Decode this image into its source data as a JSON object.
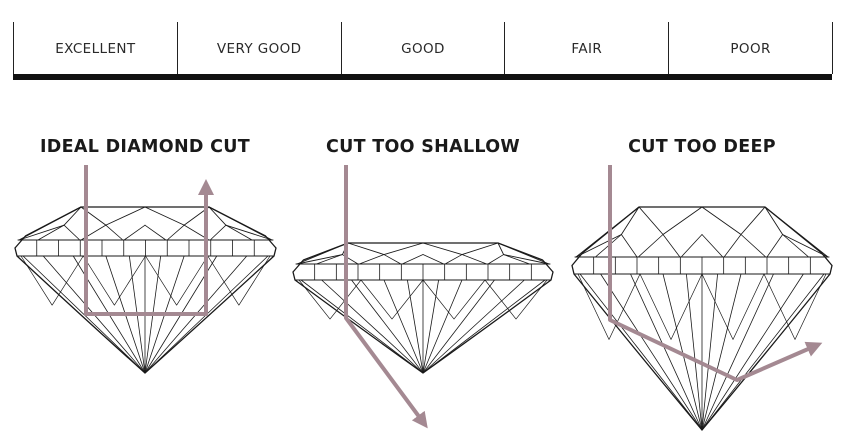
{
  "scale": {
    "grades": [
      "EXCELLENT",
      "VERY GOOD",
      "GOOD",
      "FAIR",
      "POOR"
    ]
  },
  "diagrams": [
    {
      "title": "IDEAL DIAMOND CUT",
      "light_path": "reflected-up"
    },
    {
      "title": "CUT TOO SHALLOW",
      "light_path": "leaks-bottom"
    },
    {
      "title": "CUT TOO DEEP",
      "light_path": "leaks-side"
    }
  ],
  "colors": {
    "line": "#1a1a1a",
    "light_ray": "#a48992",
    "bar": "#111111"
  }
}
